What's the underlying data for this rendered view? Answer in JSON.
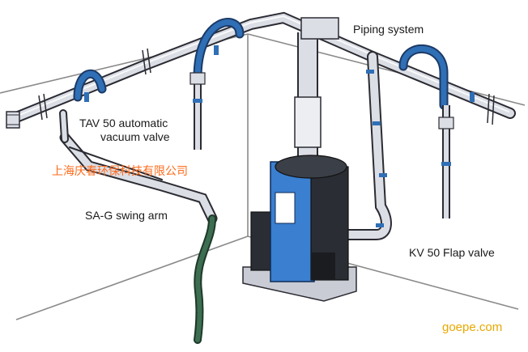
{
  "labels": {
    "piping_system": "Piping system",
    "tav_line1": "TAV 50 automatic",
    "tav_line2": "vacuum valve",
    "swing_arm": "SA-G swing arm",
    "flap_valve": "KV 50 Flap valve"
  },
  "overlay": {
    "company": "上海庆春环保科技有限公司",
    "watermark": "goepe.com"
  },
  "colors": {
    "pipe": "#dcdee6",
    "pipe_edge": "#2b2b33",
    "hose_blue": "#2f6fb6",
    "unit_blue": "#3a7fd0",
    "hose_green": "#3d6e52",
    "company_text": "#ff6a1a",
    "watermark_text": "#e8a800"
  }
}
